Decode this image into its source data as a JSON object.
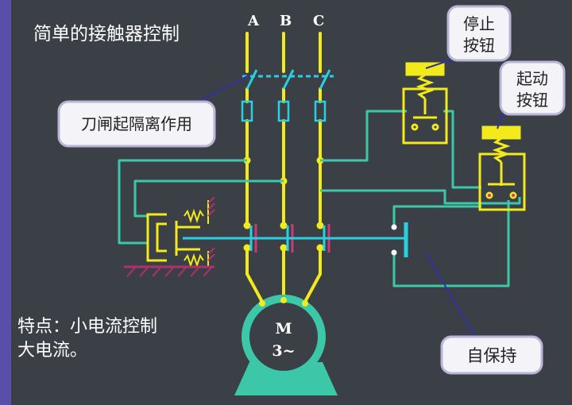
{
  "title": "简单的接触器控制",
  "phases": [
    "A",
    "B",
    "C"
  ],
  "labels": {
    "knife_switch": "刀闸起隔离作用",
    "stop_button": [
      "停止",
      "按钮"
    ],
    "start_button": [
      "起动",
      "按钮"
    ],
    "self_hold": "自保持"
  },
  "motor": {
    "line1": "M",
    "line2": "3~"
  },
  "feature": {
    "line1": "特点：小电流控制",
    "line2": "大电流。"
  },
  "colors": {
    "background": "#3b3f46",
    "power_line": "#f2ea1a",
    "control_line": "#3cc8a8",
    "cyan": "#2ad0e0",
    "callout_fill": "#f4f4f8",
    "callout_border": "#b9b4d8",
    "callout_pointer": "#3030a8",
    "ground_hatch": "#b0306e",
    "contact_mark": "#c83a7c"
  }
}
